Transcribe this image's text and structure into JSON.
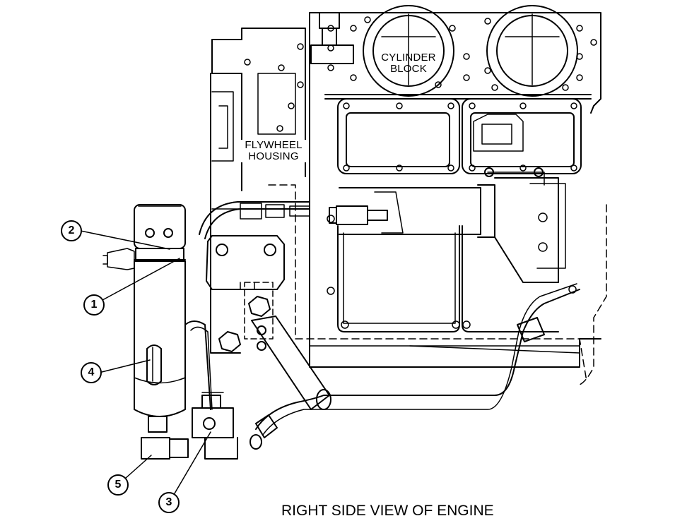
{
  "labels": {
    "cylinder_block_line1": "CYLINDER",
    "cylinder_block_line2": "BLOCK",
    "flywheel_line1": "FLYWHEEL",
    "flywheel_line2": "HOUSING"
  },
  "callouts": [
    "1",
    "2",
    "3",
    "4",
    "5"
  ],
  "caption": "RIGHT SIDE VIEW OF ENGINE",
  "colors": {
    "line": "#000000",
    "background": "#ffffff"
  }
}
